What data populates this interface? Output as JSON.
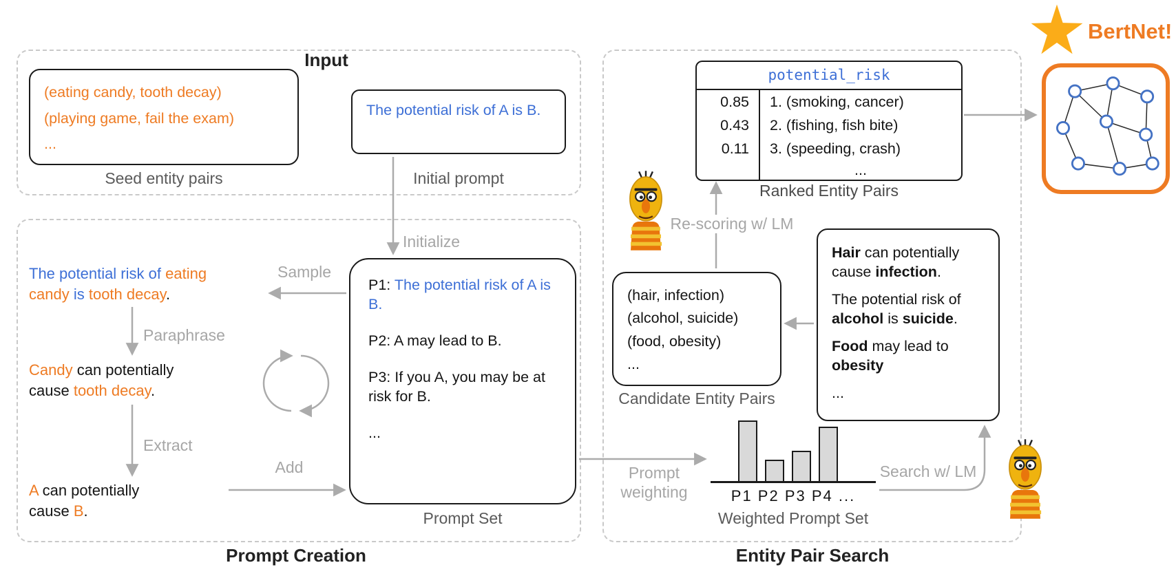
{
  "colors": {
    "orange": "#EE7B23",
    "blue": "#3D6FD6",
    "gold": "#FBAC18",
    "arrow_gray": "#ABABAB",
    "flow_label_gray": "#A6A6A6",
    "caption_gray": "#5A5A5A",
    "text_black": "#141414",
    "bar_fill": "#D9D9D9",
    "node_blue": "#4472C4",
    "dashed_border": "#C9C9C9"
  },
  "bertnet": {
    "title": "BertNet!"
  },
  "input": {
    "title": "Input",
    "seed_entity_pairs": {
      "lines": [
        "(eating candy, tooth decay)",
        "(playing game, fail the exam)",
        "..."
      ],
      "caption": "Seed entity pairs"
    },
    "initial_prompt": {
      "text": "The potential risk of A is B.",
      "caption": "Initial prompt"
    }
  },
  "prompt_creation": {
    "title": "Prompt Creation",
    "flow_labels": {
      "initialize": "Initialize",
      "sample": "Sample",
      "paraphrase": "Paraphrase",
      "extract": "Extract",
      "add": "Add"
    },
    "sampled_sentence": [
      {
        "t": "The potential risk of ",
        "c": "blue"
      },
      {
        "t": "eating candy",
        "c": "orange"
      },
      {
        "t": " is ",
        "c": "blue"
      },
      {
        "t": "tooth decay",
        "c": "orange"
      },
      {
        "t": "."
      }
    ],
    "paraphrased_sentence": [
      {
        "t": "Candy",
        "c": "orange"
      },
      {
        "t": " can potentially cause "
      },
      {
        "t": "tooth decay",
        "c": "orange"
      },
      {
        "t": "."
      }
    ],
    "extracted_prompt": [
      {
        "t": "A",
        "c": "orange"
      },
      {
        "t": " can potentially cause "
      },
      {
        "t": "B",
        "c": "orange"
      },
      {
        "t": "."
      }
    ],
    "prompt_set": {
      "caption": "Prompt Set",
      "items": [
        [
          {
            "t": "P1: "
          },
          {
            "t": "The potential risk of A is B.",
            "c": "blue"
          }
        ],
        [
          {
            "t": "P2: A may lead to B."
          }
        ],
        [
          {
            "t": "P3: If you A, you may be at risk for B."
          }
        ],
        [
          {
            "t": "..."
          }
        ]
      ]
    }
  },
  "entity_pair_search": {
    "title": "Entity Pair Search",
    "ranked_table": {
      "header": "potential_risk",
      "rows": [
        {
          "score": "0.85",
          "pair": "1. (smoking, cancer)"
        },
        {
          "score": "0.43",
          "pair": "2. (fishing, fish bite)"
        },
        {
          "score": "0.11",
          "pair": "3. (speeding, crash)"
        }
      ],
      "ellipsis": "...",
      "caption": "Ranked Entity Pairs"
    },
    "rescoring_label": "Re-scoring w/ LM",
    "candidate_entity_pairs": {
      "lines": [
        "(hair, infection)",
        "(alcohol, suicide)",
        "(food, obesity)",
        "..."
      ],
      "caption": "Candidate Entity Pairs"
    },
    "generated_sentences": [
      [
        {
          "t": "Hair",
          "b": true
        },
        {
          "t": " can potentially cause "
        },
        {
          "t": "infection",
          "b": true
        },
        {
          "t": "."
        }
      ],
      [
        {
          "t": "The potential risk of "
        },
        {
          "t": "alcohol",
          "b": true
        },
        {
          "t": " is "
        },
        {
          "t": "suicide",
          "b": true
        },
        {
          "t": "."
        }
      ],
      [
        {
          "t": "Food",
          "b": true
        },
        {
          "t": " may lead to "
        },
        {
          "t": "obesity",
          "b": true
        }
      ],
      [
        {
          "t": "..."
        }
      ]
    ],
    "weighted_prompt_set": {
      "caption": "Weighted Prompt Set",
      "bar_labels": "P1 P2 P3 P4 ...",
      "bar_heights": [
        88,
        31,
        44,
        79
      ]
    },
    "prompt_weighting_label_lines": [
      "Prompt",
      "weighting"
    ],
    "search_label": "Search w/ LM"
  }
}
